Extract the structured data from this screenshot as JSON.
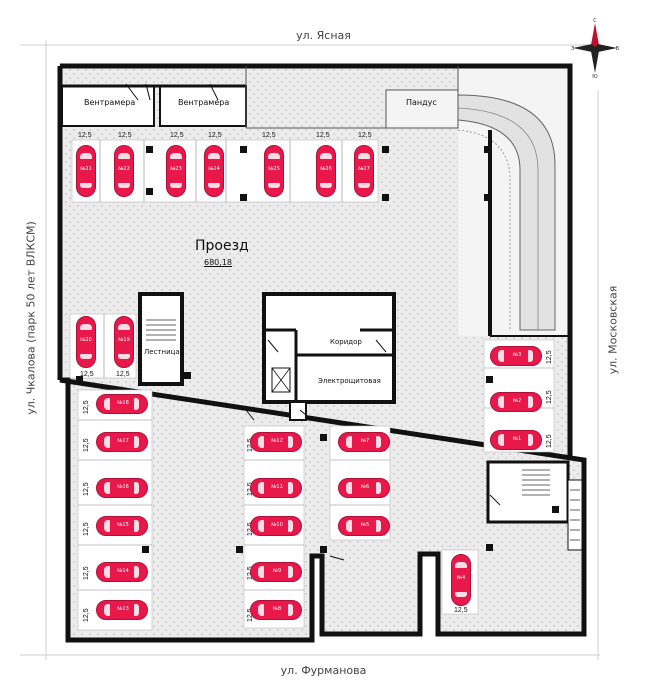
{
  "streets": {
    "top": "ул. Ясная",
    "bottom": "ул. Фурманова",
    "left": "ул. Чкалова (парк 50 лет ВЛКСМ)",
    "right": "ул. Московская"
  },
  "rooms": {
    "vent1": "Вентрамера",
    "vent2": "Вентрамера",
    "ramp": "Пандус",
    "driveway": "Проезд",
    "driveway_area": "680,18",
    "stairs": "Лестница",
    "corridor": "Коридор",
    "electrical": "Электрощитовая"
  },
  "space_area": "12,5",
  "cars_top": [
    "№21",
    "№22",
    "№23",
    "№24",
    "№25",
    "№26",
    "№27"
  ],
  "cars_left_pair": [
    "№20",
    "№19"
  ],
  "cars_left_column": [
    "№18",
    "№17",
    "№16",
    "№15",
    "№14",
    "№13"
  ],
  "cars_center_a": [
    "№12",
    "№11",
    "№10",
    "№9",
    "№8"
  ],
  "cars_center_b": [
    "№7",
    "№6",
    "№5"
  ],
  "cars_right": [
    "№3",
    "№2",
    "№1"
  ],
  "car_bottom_right": "№4",
  "compass": {
    "n": "С",
    "s": "Ю",
    "w": "З",
    "e": "В"
  },
  "colors": {
    "car": "#e8184b",
    "wall": "#111111",
    "floor": "#e9e9e9"
  }
}
